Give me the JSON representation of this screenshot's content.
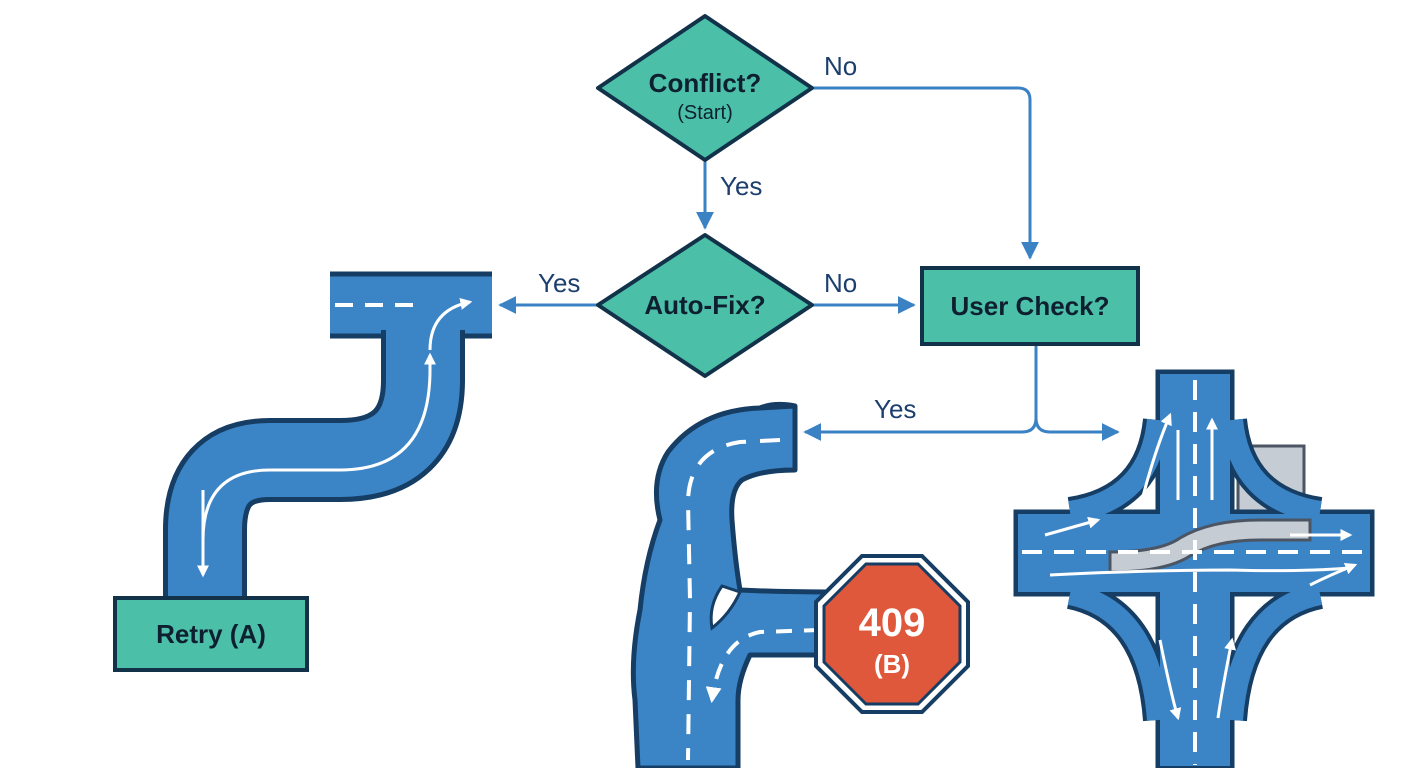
{
  "colors": {
    "node_fill": "#4bbfa8",
    "node_stroke": "#12324a",
    "edge": "#3a82c4",
    "road": "#3b85c7",
    "road_edge": "#163d63",
    "lane": "#ffffff",
    "stop_fill": "#e0583b",
    "bridge": "#c5ccd4"
  },
  "nodes": {
    "conflict": {
      "title": "Conflict?",
      "sub": "(Start)",
      "shape": "diamond"
    },
    "autofix": {
      "title": "Auto-Fix?",
      "shape": "diamond"
    },
    "usercheck": {
      "title": "User Check?",
      "shape": "rectangle"
    },
    "retry": {
      "title": "Retry (A)",
      "shape": "rectangle"
    },
    "error": {
      "title": "409",
      "sub": "(B)",
      "shape": "octagon"
    }
  },
  "edges": [
    {
      "from": "conflict",
      "to": "usercheck",
      "label": "No"
    },
    {
      "from": "conflict",
      "to": "autofix",
      "label": "Yes"
    },
    {
      "from": "autofix",
      "to": "retry-road",
      "label": "Yes"
    },
    {
      "from": "autofix",
      "to": "usercheck",
      "label": "No"
    },
    {
      "from": "usercheck",
      "to": "error-road",
      "label": "Yes"
    },
    {
      "from": "usercheck",
      "to": "interchange",
      "label": ""
    }
  ],
  "icons": {
    "retry_road": "curved-road-icon",
    "error_road": "broken-road-icon",
    "interchange": "highway-interchange-icon",
    "stop_sign": "stop-sign-icon"
  }
}
